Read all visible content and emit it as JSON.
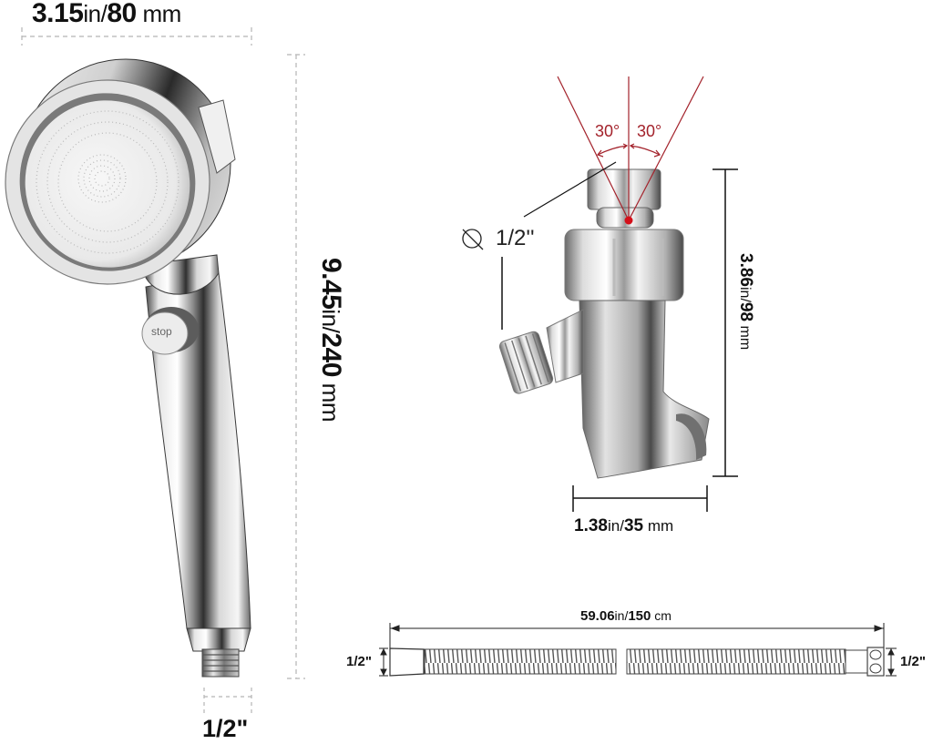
{
  "title": "Handheld shower head, bracket and hose dimension diagram",
  "colors": {
    "dimension_line": "#111111",
    "dashed_guide": "#b5b5b5",
    "angle_red": "#a3222b",
    "red_dot": "#d4101a",
    "chrome_dark": "#3a3a3a",
    "chrome_mid": "#9a9a9a",
    "chrome_light": "#f2f2f2"
  },
  "shower_head": {
    "width": {
      "value_in": "3.15",
      "unit_in": "in/",
      "value_mm": "80",
      "unit_mm": "mm"
    },
    "length": {
      "value_in": "9.45",
      "unit_in": "in/",
      "value_mm": "240",
      "unit_mm": "mm"
    },
    "thread": "1/2\"",
    "button_label": "stop"
  },
  "bracket": {
    "angle_left": "30°",
    "angle_right": "30°",
    "inlet_symbol": "∅",
    "inlet_size": "1/2''",
    "height": {
      "value_in": "3.86",
      "unit_in": "in/",
      "value_mm": "98",
      "unit_mm": "mm"
    },
    "width": {
      "value_in": "1.38",
      "unit_in": "in/",
      "value_mm": "35",
      "unit_mm": "mm"
    }
  },
  "hose": {
    "length": {
      "value_in": "59.06",
      "unit_in": "in/",
      "value_cm": "150",
      "unit_cm": "cm"
    },
    "left_end": "1/2\"",
    "right_end": "1/2\""
  }
}
